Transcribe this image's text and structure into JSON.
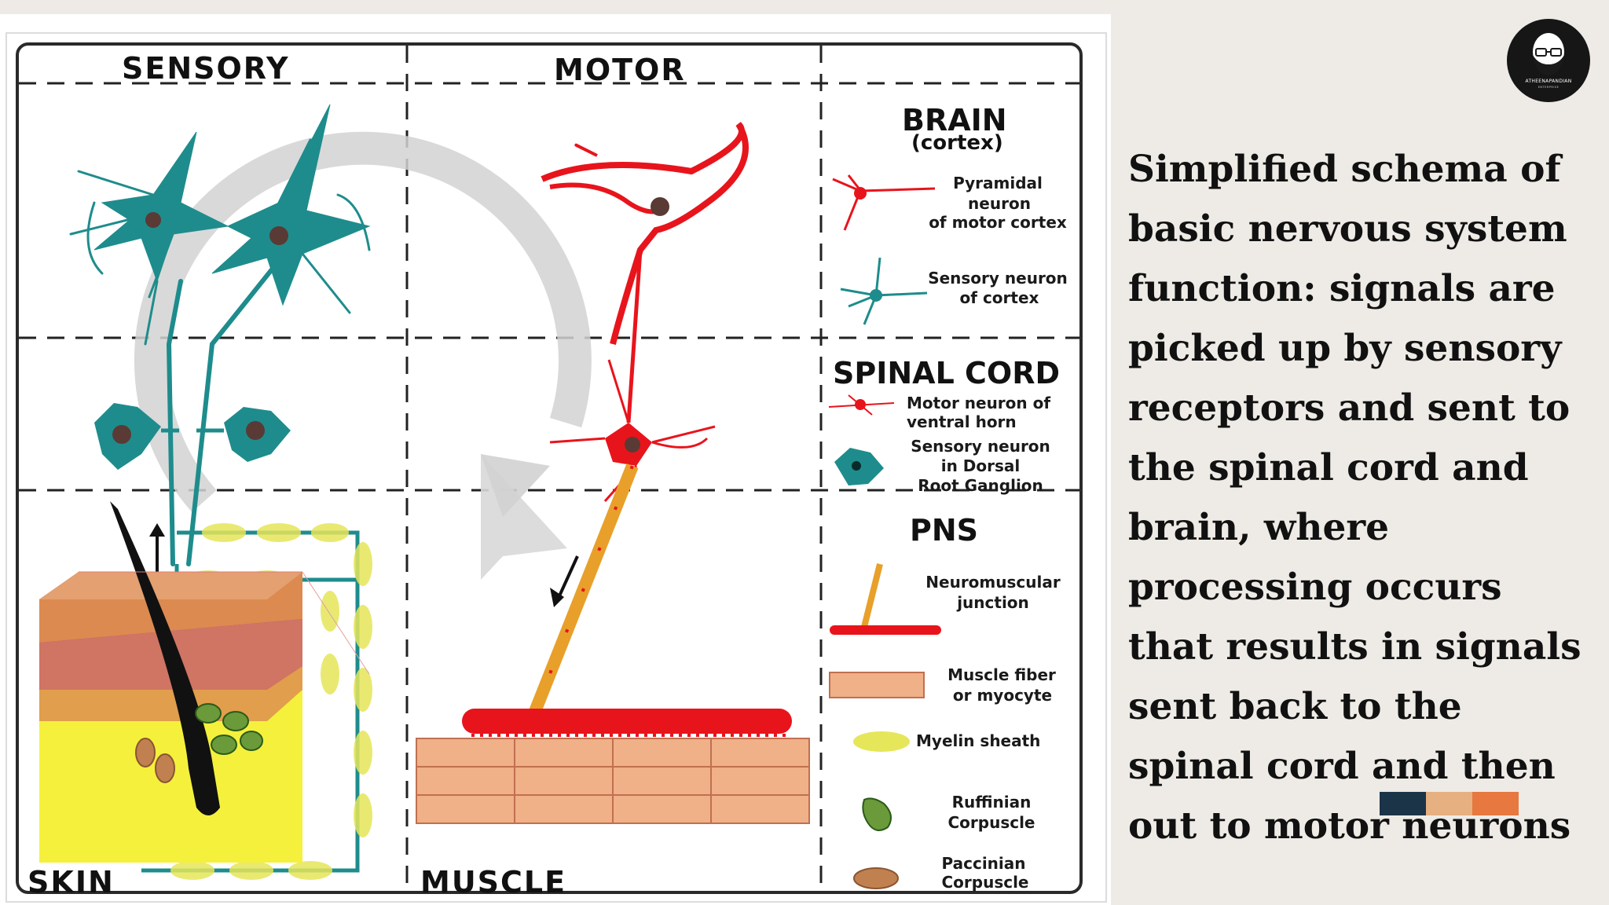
{
  "diagram": {
    "headers": {
      "sensory": "SENSORY",
      "motor": "MOTOR"
    },
    "zones": {
      "skin": "SKIN",
      "muscle": "MUSCLE"
    },
    "legend": {
      "brain": {
        "title": "BRAIN",
        "subtitle": "(cortex)",
        "pyramidal": [
          "Pyramidal",
          "neuron",
          "of motor cortex"
        ],
        "sensory_cortex": [
          "Sensory neuron",
          "of cortex"
        ]
      },
      "spinal_cord": {
        "title": "SPINAL CORD",
        "motor_neuron": [
          "Motor neuron of",
          "ventral horn"
        ],
        "sensory_neuron": [
          "Sensory neuron",
          "in Dorsal",
          "Root Ganglion"
        ]
      },
      "pns": {
        "title": "PNS",
        "nmj": [
          "Neuromuscular",
          "junction"
        ],
        "muscle_fiber": [
          "Muscle fiber",
          "or myocyte"
        ],
        "myelin": "Myelin sheath",
        "ruffinian": [
          "Ruffinian",
          "Corpuscle"
        ],
        "paccinian": [
          "Paccinian",
          "Corpuscle"
        ]
      }
    },
    "colors": {
      "sensory": "#1e8c8c",
      "motor": "#e8141c",
      "myelin": "#e6e65a",
      "muscle": "#f0b088",
      "skin_top": "#dc8a50",
      "skin_purple": "#a020b0",
      "skin_yellow": "#f5f03c",
      "hair": "#111111",
      "loop_arrow": "#d2d2d2"
    }
  },
  "caption": "Simplified schema of basic nervous system function: signals are picked up by sensory receptors and sent to the spinal cord and brain, where processing occurs that results in signals sent back to the spinal cord and then out to motor neurons",
  "logo": {
    "icon": "bald-bearded-man-with-glasses-icon",
    "name": "ATHEENAPANDIAN",
    "sub": "ENTERPRISE"
  },
  "palette": [
    "#1c3448",
    "#e6b080",
    "#e67840"
  ]
}
